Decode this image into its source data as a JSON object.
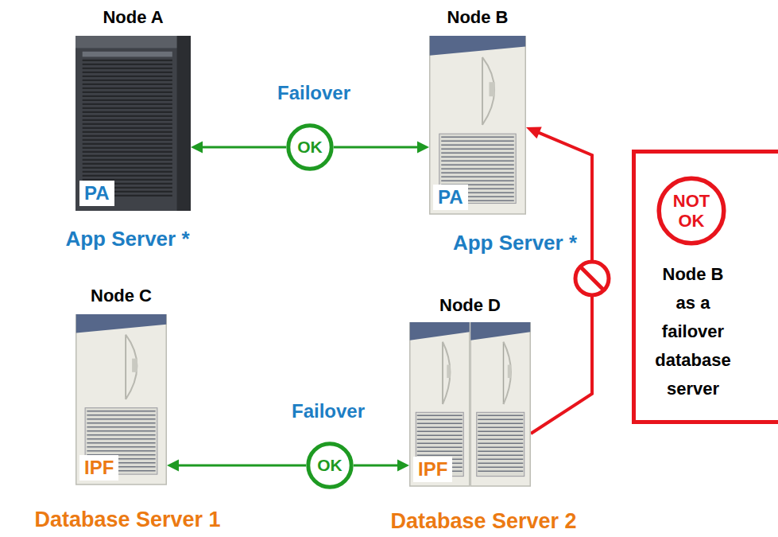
{
  "diagram": {
    "nodes": [
      {
        "text": [
          "Node A",
          "PA",
          "App Server *"
        ]
      },
      {
        "text": [
          "OK"
        ]
      },
      {
        "text": [
          "Node B",
          "PA",
          "App Server *"
        ]
      },
      {
        "text": [
          "Node B as a failover database server"
        ]
      },
      {
        "text": [
          "NOT OK"
        ],
        "in": 3
      },
      {
        "text": [
          "Node C",
          "IPF",
          "Database Server 1"
        ]
      },
      {
        "text": [
          "OK"
        ]
      },
      {
        "text": [
          "Node D",
          "IPF",
          "Database Server 2"
        ]
      }
    ],
    "edges": [
      {
        "from": 1,
        "to": 0,
        "arrow": "to"
      },
      {
        "from": 1,
        "to": 2,
        "arrow": "to"
      },
      {
        "from": 6,
        "to": 5,
        "arrow": "to"
      },
      {
        "from": 6,
        "to": 7,
        "arrow": "to"
      },
      {
        "from": 7,
        "to": 2,
        "arrow": "to"
      }
    ],
    "labels": [
      "Failover",
      "Failover"
    ]
  }
}
